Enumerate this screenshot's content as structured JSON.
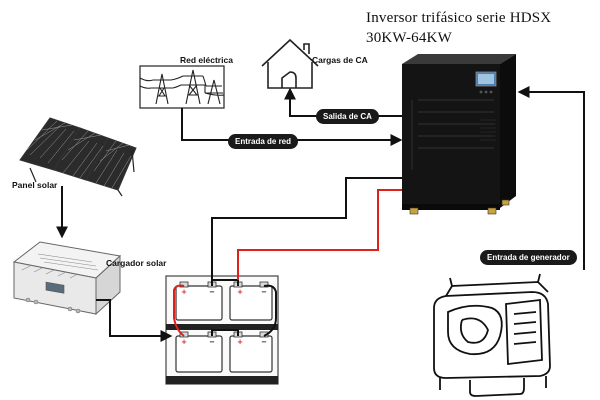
{
  "title": {
    "line1": "Inversor trifásico serie HDSX",
    "line2": "30KW-64KW"
  },
  "labels": {
    "grid": "Red eléctrica",
    "ac_loads": "Cargas de CA",
    "solar_panel": "Panel solar",
    "solar_charger": "Cargador solar"
  },
  "flows": {
    "ac_output": "Salida de CA",
    "grid_input": "Entrada de red",
    "generator_input": "Entrada de generador"
  },
  "colors": {
    "wire": "#111111",
    "positive_wire": "#e0201b",
    "inverter_body": "#141414"
  }
}
